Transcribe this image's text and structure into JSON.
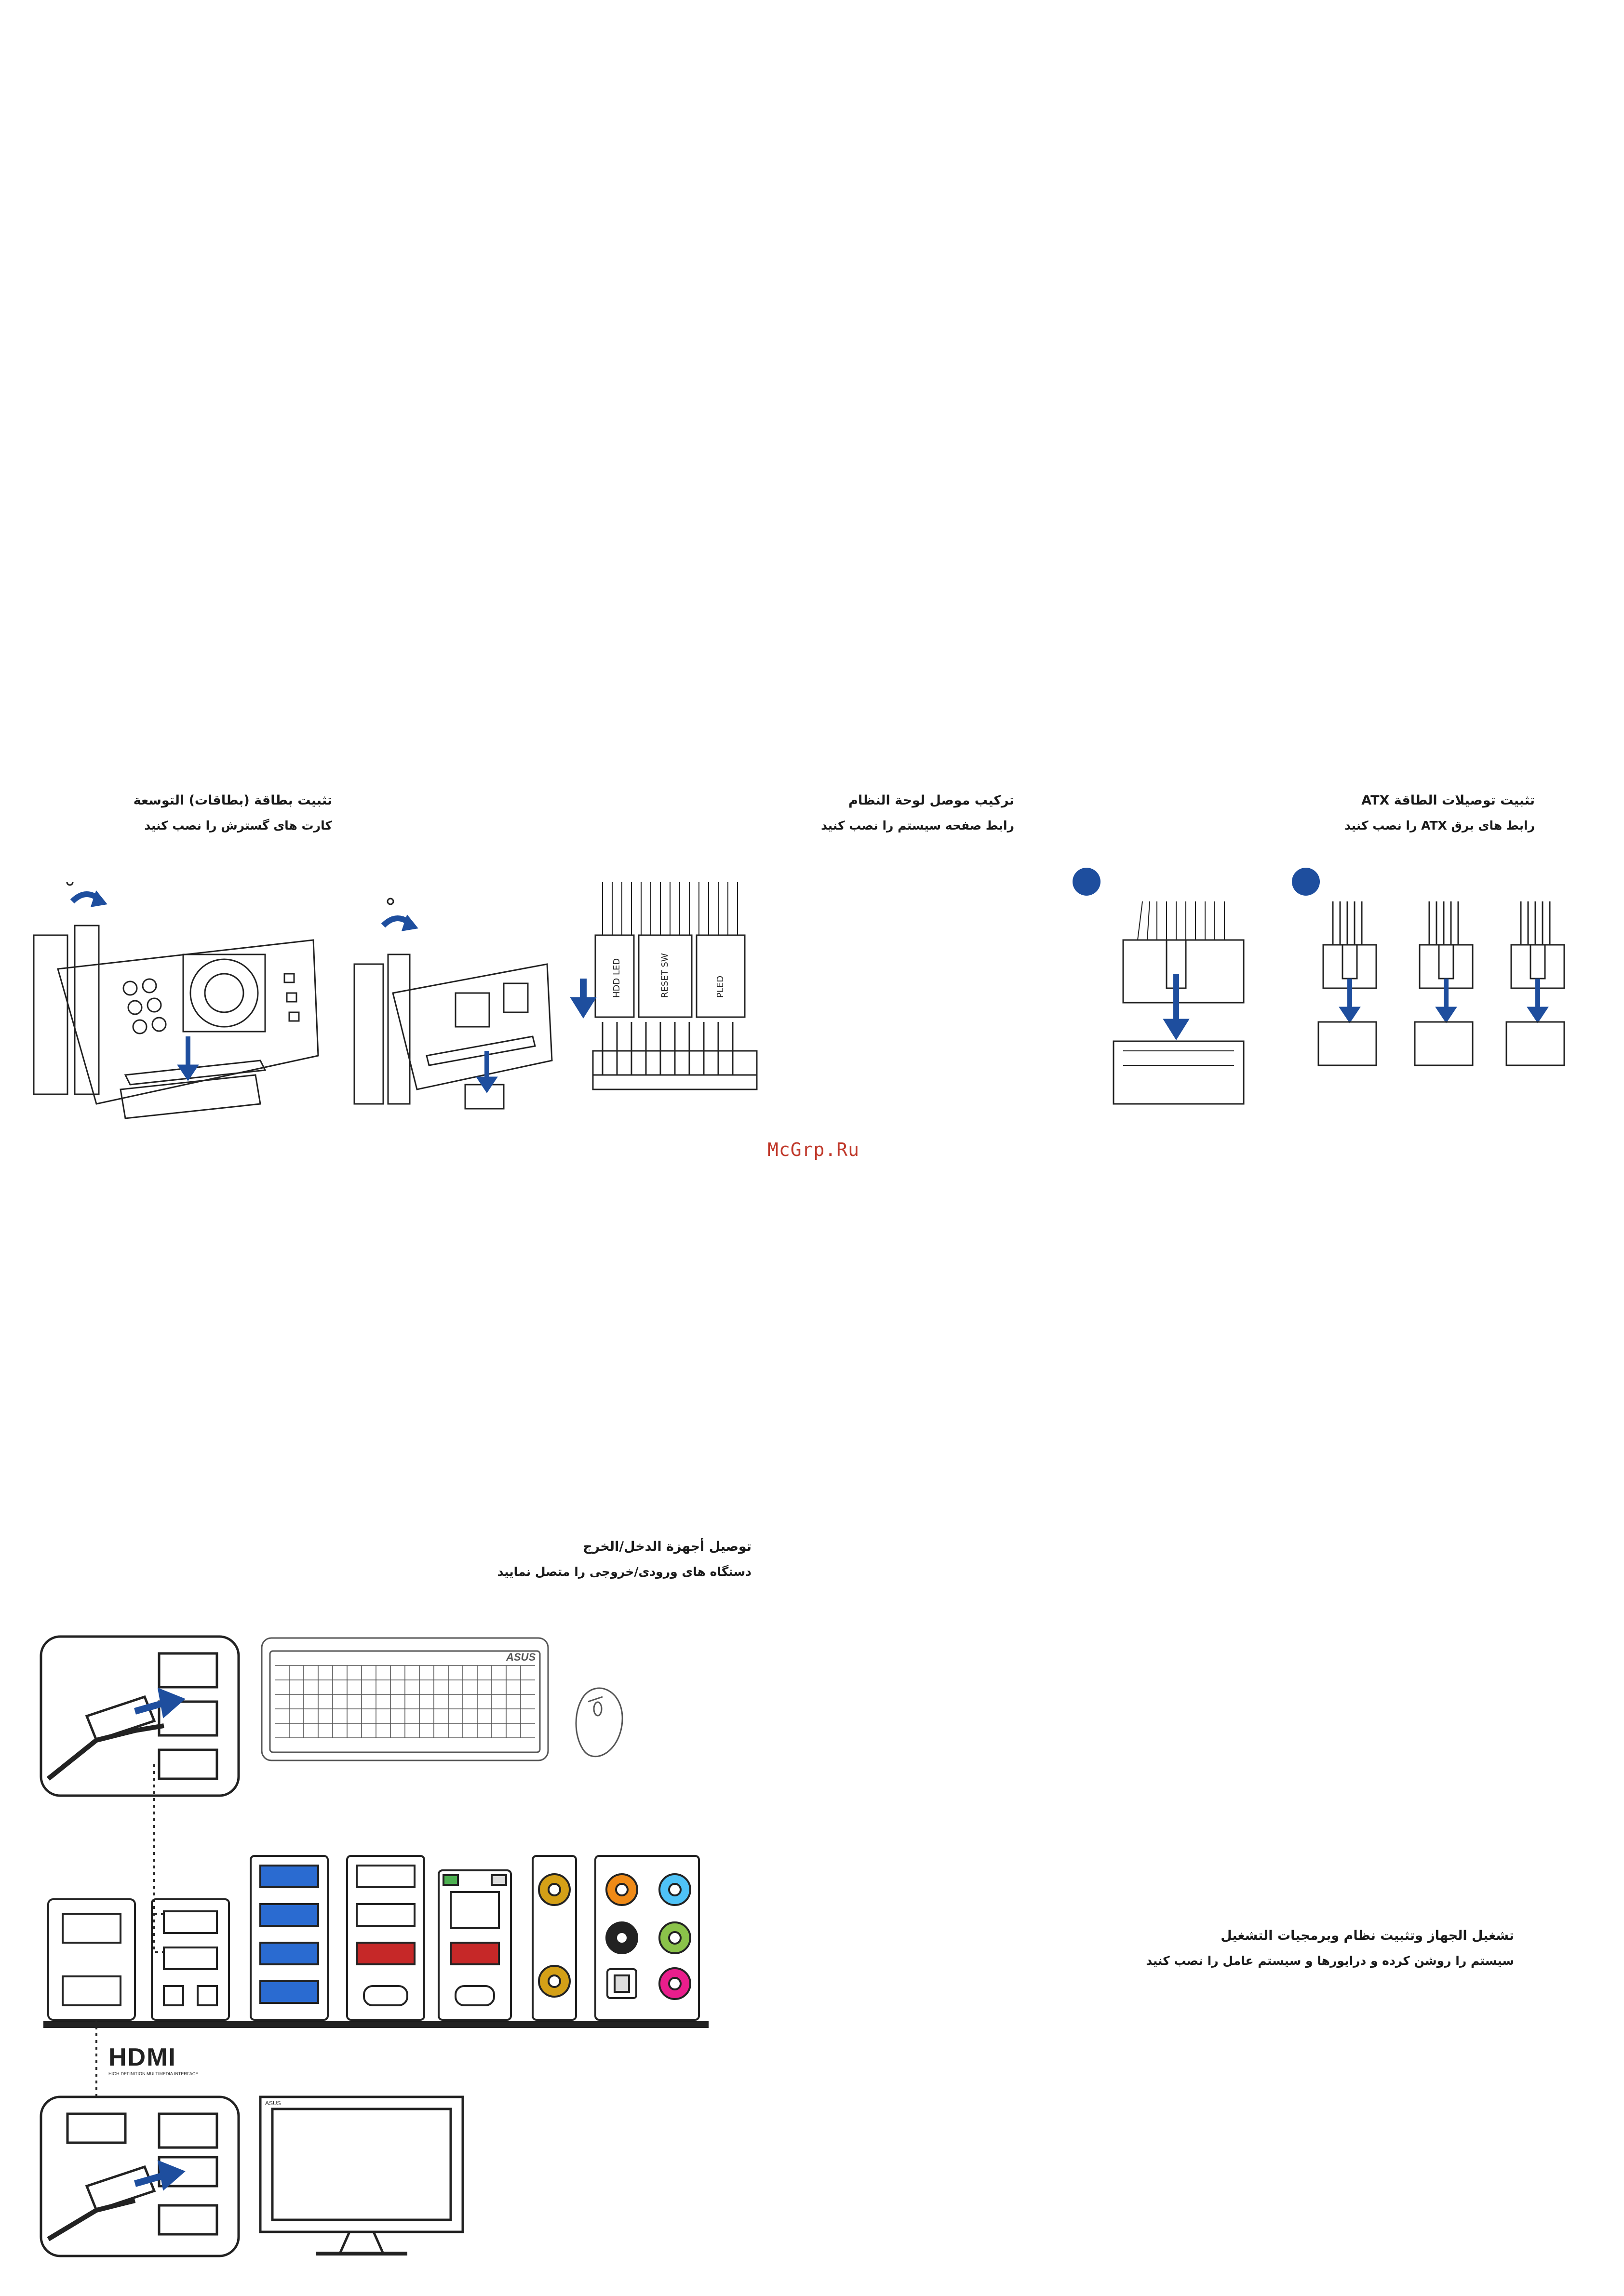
{
  "expansion": {
    "title_ar": "تثبيت بطاقة (بطاقات) التوسعة",
    "title_fa": "کارت های گسترش را نصب کنید"
  },
  "panel": {
    "title_ar": "تركيب موصل لوحة النظام",
    "title_fa": "رابط صفحه سیستم را نصب کنید",
    "labels": [
      "HDD LED",
      "RESET SW",
      "PLED"
    ]
  },
  "atx": {
    "title_ar": "تثبيت توصيلات الطاقة ATX",
    "title_fa": "رابط های برق ATX را نصب کنید"
  },
  "io": {
    "title_ar": "توصيل أجهزة الدخل/الخرج",
    "title_fa": "دستگاه های ورودی/خروجی را متصل نمایید",
    "hdmi_logo": "HDMI",
    "hdmi_tagline": "HIGH-DEFINITION MULTIMEDIA INTERFACE",
    "brand": "ASUS"
  },
  "power_on": {
    "title_ar": "تشغيل الجهاز وتثبيت نظام وبرمجيات التشغيل",
    "title_fa": "سیستم را روشن کرده و درایورها و سیستم عامل را نصب کنید"
  },
  "watermark": "McGrp.Ru",
  "colors": {
    "accent_blue": "#1e4e9e",
    "usb_blue": "#2a6bd1",
    "usb_red": "#c62828",
    "watermark": "#c0392b"
  }
}
